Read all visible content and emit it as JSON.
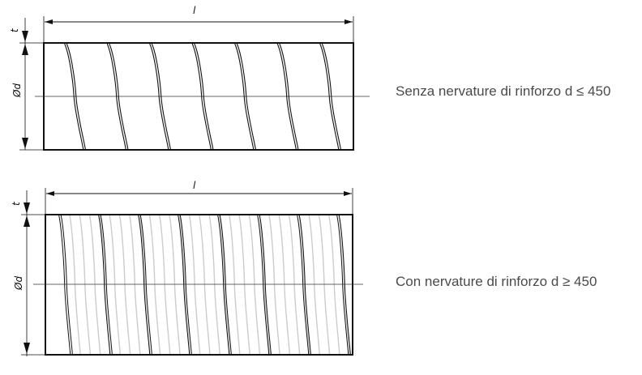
{
  "diagrams": [
    {
      "length_label": "l",
      "thickness_label": "t",
      "diameter_label": "Ød",
      "caption": "Senza nervature di rinforzo d ≤ 450"
    },
    {
      "length_label": "l",
      "thickness_label": "t",
      "diameter_label": "Ød",
      "caption": "Con nervature di rinforzo d ≥ 450"
    }
  ],
  "colors": {
    "line": "#111111",
    "rib": "#c8c8c8",
    "text": "#4a4a4a"
  }
}
